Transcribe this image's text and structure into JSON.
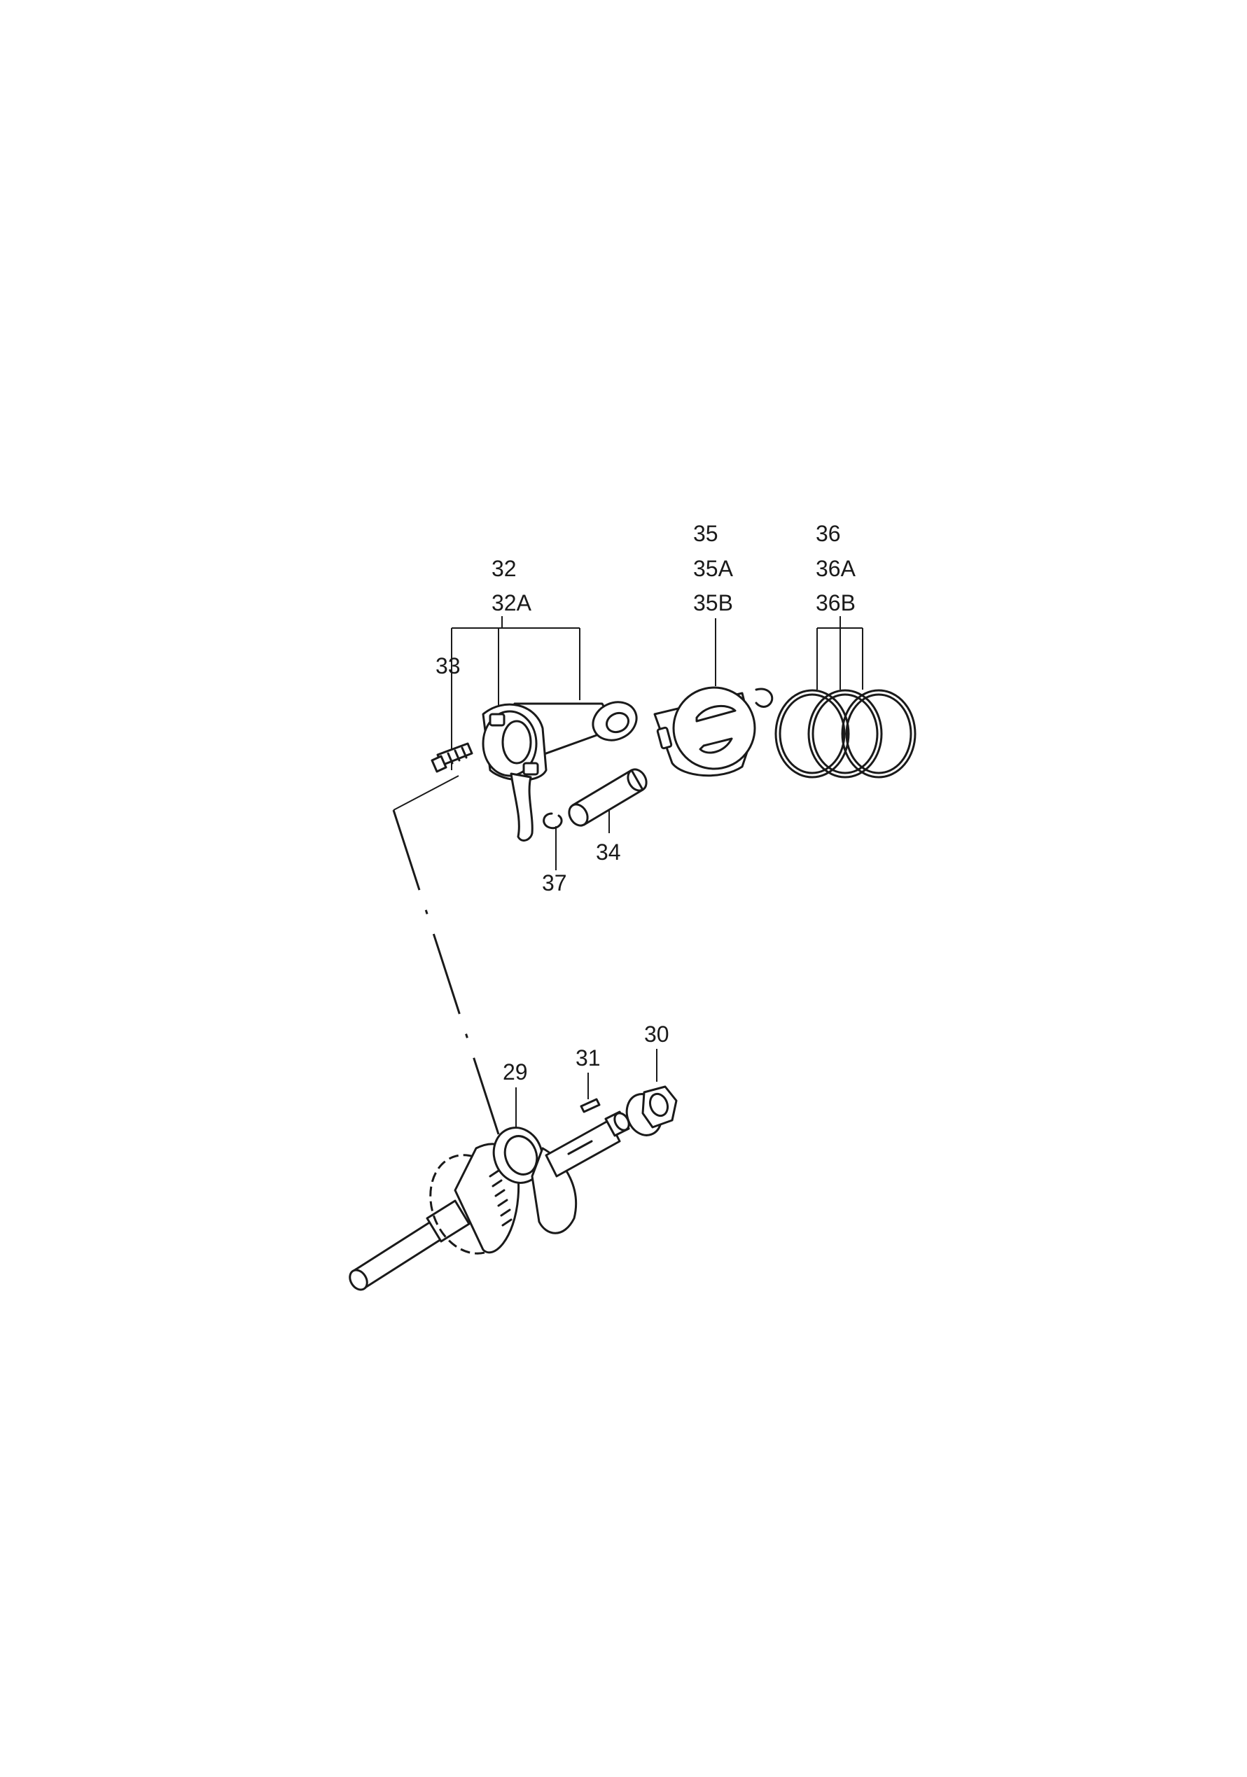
{
  "labels": {
    "p29": "29",
    "p30": "30",
    "p31": "31",
    "p32": "32",
    "p32a": "32A",
    "p33": "33",
    "p34": "34",
    "p35": "35",
    "p35a": "35A",
    "p35b": "35B",
    "p36": "36",
    "p36a": "36A",
    "p36b": "36B",
    "p37": "37"
  }
}
